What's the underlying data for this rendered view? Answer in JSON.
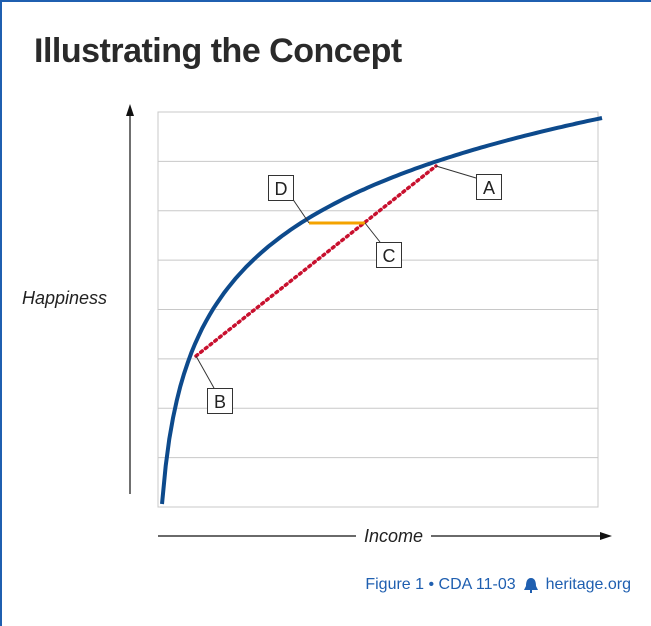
{
  "title": "Illustrating the Concept",
  "footer": {
    "figure_text": "Figure 1 • CDA 11-03",
    "site": "heritage.org",
    "icon": "liberty-bell-icon"
  },
  "colors": {
    "frame": "#1f5fb0",
    "curve": "#0d4a8c",
    "chord": "#c8102e",
    "gap": "#f4a300",
    "grid": "#c8c8c8"
  },
  "chart_data": {
    "type": "line",
    "xlabel": "Income",
    "ylabel": "Happiness",
    "grid": true,
    "series": [
      {
        "kind": "concave-curve",
        "shape": "logarithmic",
        "color": "#0d4a8c"
      }
    ],
    "points": [
      {
        "label": "A",
        "on": "curve"
      },
      {
        "label": "B",
        "on": "curve"
      },
      {
        "label": "C",
        "on": "chord"
      },
      {
        "label": "D",
        "on": "curve"
      }
    ],
    "segments": [
      {
        "from": "B",
        "to": "A",
        "style": "dotted",
        "color": "#c8102e"
      },
      {
        "from": "D",
        "to": "C",
        "style": "solid",
        "color": "#f4a300"
      }
    ]
  }
}
